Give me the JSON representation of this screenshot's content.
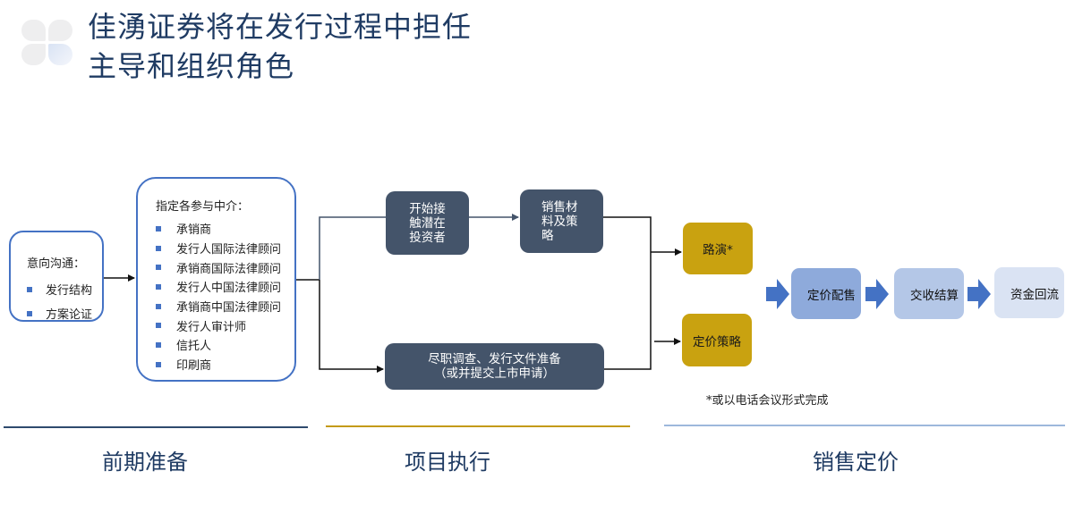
{
  "title": {
    "line1": "佳湧证券将在发行过程中担任",
    "line2": "主导和组织角色"
  },
  "intent_box": {
    "heading": "意向沟通：",
    "items": [
      "发行结构",
      "方案论证"
    ]
  },
  "intermediaries_box": {
    "heading": "指定各参与中介：",
    "items": [
      "承销商",
      "发行人国际法律顾问",
      "承销商国际法律顾问",
      "发行人中国法律顾问",
      "承销商中国法律顾问",
      "发行人审计师",
      "信托人",
      "印刷商"
    ]
  },
  "execution": {
    "contact_investors": [
      "开始接",
      "触潜在",
      "投资者"
    ],
    "sales_materials": [
      "销售材",
      "料及策",
      "略"
    ],
    "due_diligence": [
      "尽职调查、发行文件准备",
      "（或并提交上市申请）"
    ]
  },
  "marketing": {
    "roadshow": "路演*",
    "pricing_strategy": "定价策略"
  },
  "pricing_flow": [
    "定价配售",
    "交收结算",
    "资金回流"
  ],
  "footnote": "*或以电话会议形式完成",
  "phases": [
    "前期准备",
    "项目执行",
    "销售定价"
  ],
  "colors": {
    "title": "#1f3b63",
    "box_border": "#4472c4",
    "dark_box": "#44546a",
    "gold_box": "#c9a210",
    "flow_1": "#8eaadb",
    "flow_2": "#b4c7e7",
    "flow_3": "#dae3f3",
    "flow_arrow": "#4472c4"
  }
}
